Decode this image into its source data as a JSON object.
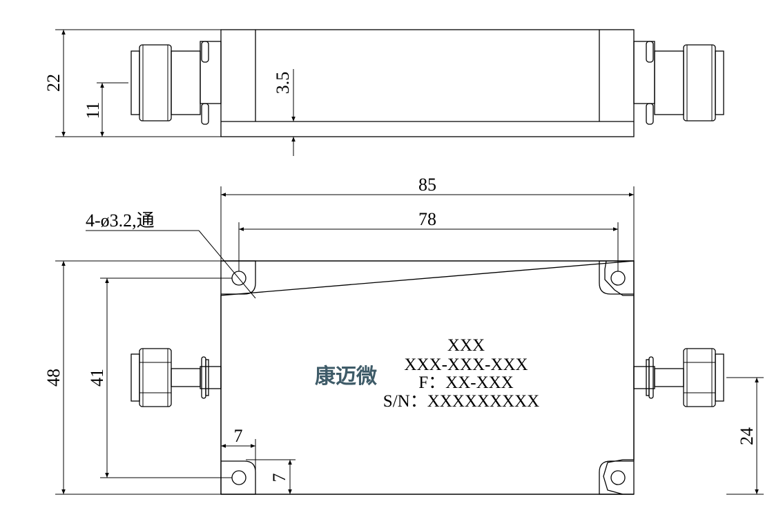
{
  "side_view": {
    "height": "22",
    "connector_axis": "11",
    "lip": "3.5"
  },
  "top_view": {
    "overall_length": "85",
    "hole_pitch_x": "78",
    "overall_width": "48",
    "hole_pitch_y": "41",
    "hole_offset_x": "7",
    "hole_offset_y": "7",
    "connector_offset": "24",
    "hole_note": "4-ø3.2,通"
  },
  "nameplate": {
    "line1": "XXX",
    "line2": "XXX-XXX-XXX",
    "line3": "F：XX-XXX",
    "line4": "S/N：XXXXXXXXX"
  },
  "logo_text": "康迈微",
  "colors": {
    "lines": "#000000",
    "logo": "#3e5b68"
  },
  "icons": [
    "sma-connector-icon",
    "mounting-hole-icon"
  ]
}
